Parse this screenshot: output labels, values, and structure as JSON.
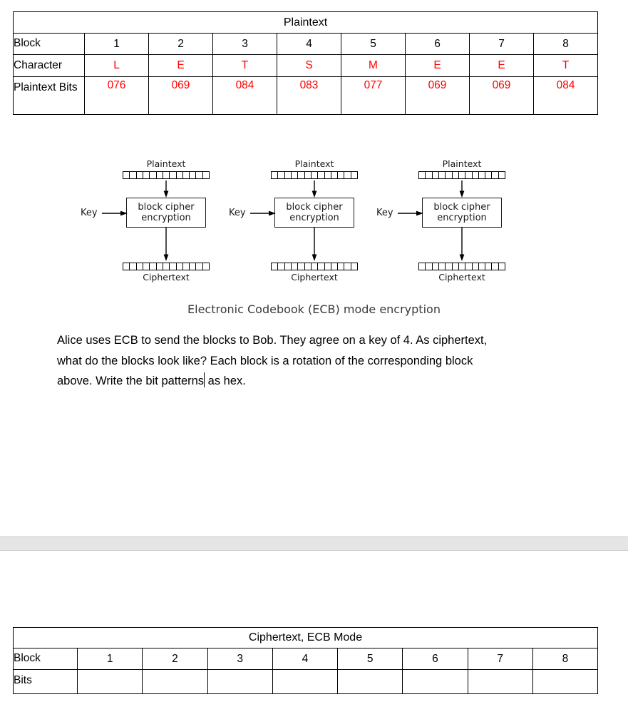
{
  "page": {
    "background": "#ffffff",
    "accent_red": "#ff0000",
    "band_color": "#e5e5e5"
  },
  "plaintext_table": {
    "title": "Plaintext",
    "rows": [
      {
        "label": "Block",
        "red": false,
        "values": [
          "1",
          "2",
          "3",
          "4",
          "5",
          "6",
          "7",
          "8"
        ]
      },
      {
        "label": "Character",
        "red": true,
        "values": [
          "L",
          "E",
          "T",
          "S",
          "M",
          "E",
          "E",
          "T"
        ]
      },
      {
        "label": "Plaintext Bits",
        "red": true,
        "values": [
          "076",
          "069",
          "084",
          "083",
          "077",
          "069",
          "069",
          "084"
        ]
      }
    ]
  },
  "diagram": {
    "bits_per_block": 13,
    "caption": "Electronic Codebook (ECB) mode encryption",
    "units": [
      {
        "top_label": "Plaintext",
        "key_label": "Key",
        "box_line1": "block cipher",
        "box_line2": "encryption",
        "bottom_label": "Ciphertext"
      },
      {
        "top_label": "Plaintext",
        "key_label": "Key",
        "box_line1": "block cipher",
        "box_line2": "encryption",
        "bottom_label": "Ciphertext"
      },
      {
        "top_label": "Plaintext",
        "key_label": "Key",
        "box_line1": "block cipher",
        "box_line2": "encryption",
        "bottom_label": "Ciphertext"
      }
    ]
  },
  "paragraph": {
    "line1": "Alice uses ECB to send the blocks to Bob. They agree on a key of 4. As ciphertext,",
    "line2": "what do the blocks look like? Each block is a rotation of the corresponding block",
    "line3_before_caret": "above. Write the bit patterns",
    "line3_after_caret": " as hex."
  },
  "ciphertext_table": {
    "title": "Ciphertext, ECB Mode",
    "rows": [
      {
        "label": "Block",
        "red": false,
        "values": [
          "1",
          "2",
          "3",
          "4",
          "5",
          "6",
          "7",
          "8"
        ]
      },
      {
        "label": "Bits",
        "red": false,
        "values": [
          "",
          "",
          "",
          "",
          "",
          "",
          "",
          ""
        ]
      }
    ]
  }
}
